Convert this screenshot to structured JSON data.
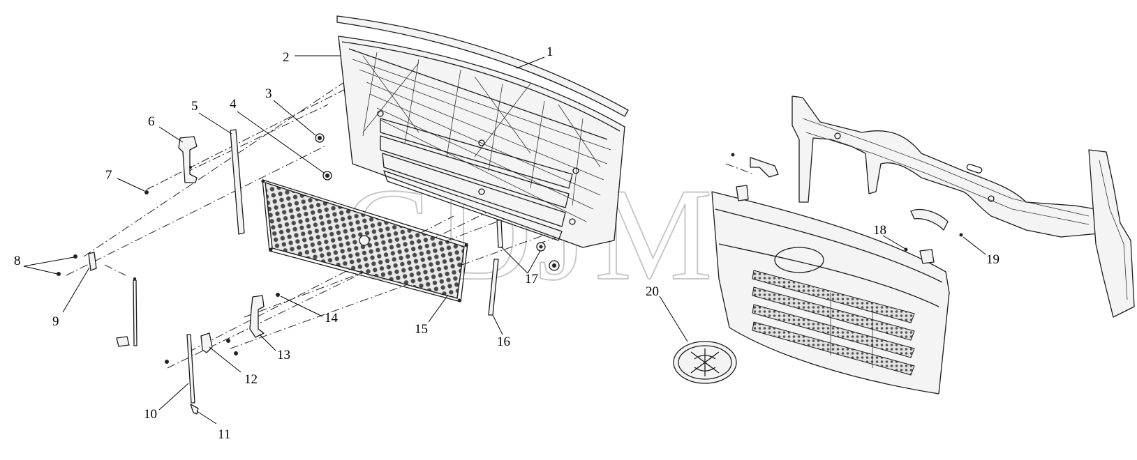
{
  "watermark": "CDJM",
  "callouts": [
    {
      "id": "1",
      "text": "1"
    },
    {
      "id": "2",
      "text": "2"
    },
    {
      "id": "3",
      "text": "3"
    },
    {
      "id": "4",
      "text": "4"
    },
    {
      "id": "5",
      "text": "5"
    },
    {
      "id": "6",
      "text": "6"
    },
    {
      "id": "7",
      "text": "7"
    },
    {
      "id": "8",
      "text": "8"
    },
    {
      "id": "9",
      "text": "9"
    },
    {
      "id": "10",
      "text": "10"
    },
    {
      "id": "11",
      "text": "11"
    },
    {
      "id": "12",
      "text": "12"
    },
    {
      "id": "13",
      "text": "13"
    },
    {
      "id": "14",
      "text": "14"
    },
    {
      "id": "15",
      "text": "15"
    },
    {
      "id": "16",
      "text": "16"
    },
    {
      "id": "17",
      "text": "17"
    },
    {
      "id": "18",
      "text": "18"
    },
    {
      "id": "19",
      "text": "19"
    },
    {
      "id": "20",
      "text": "20"
    }
  ]
}
